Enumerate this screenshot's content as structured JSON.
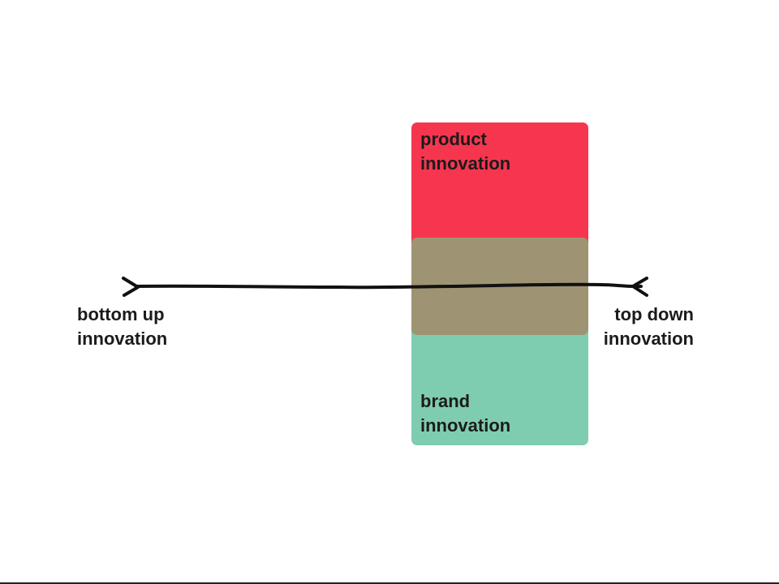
{
  "labels": {
    "product_line1": "product",
    "product_line2": "innovation",
    "brand_line1": "brand",
    "brand_line2": "innovation",
    "bottom_line1": "bottom up",
    "bottom_line2": "innovation",
    "top_line1": "top down",
    "top_line2": "innovation"
  },
  "colors": {
    "product": "#f6364f",
    "brand": "#7fcdb0",
    "overlap": "#9e9473",
    "axis": "#111111",
    "text": "#1b1b1b"
  }
}
